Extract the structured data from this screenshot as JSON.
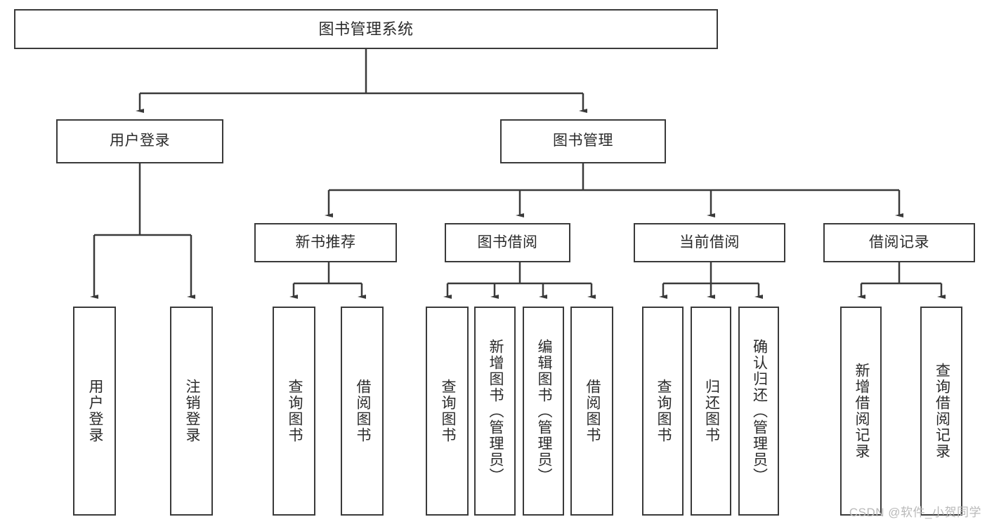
{
  "diagram": {
    "title": "图书管理系统",
    "root": {
      "label": "图书管理系统"
    },
    "level2": [
      {
        "label": "用户登录"
      },
      {
        "label": "图书管理"
      }
    ],
    "level3": [
      {
        "label": "新书推荐"
      },
      {
        "label": "图书借阅"
      },
      {
        "label": "当前借阅"
      },
      {
        "label": "借阅记录"
      }
    ],
    "leaves": [
      {
        "label": "用户登录"
      },
      {
        "label": "注销登录"
      },
      {
        "label": "查询图书"
      },
      {
        "label": "借阅图书"
      },
      {
        "label": "查询图书"
      },
      {
        "label": "新增图书（管理员）"
      },
      {
        "label": "编辑图书（管理员）"
      },
      {
        "label": "借阅图书"
      },
      {
        "label": "查询图书"
      },
      {
        "label": "归还图书"
      },
      {
        "label": "确认归还（管理员）"
      },
      {
        "label": "新增借阅记录"
      },
      {
        "label": "查询借阅记录"
      }
    ],
    "watermark": "CSDN @软件_小贺同学",
    "colors": {
      "stroke": "#3a3a3a",
      "fill": "#ffffff",
      "text": "#2b2b2b",
      "watermark": "#b9b9b9"
    }
  }
}
